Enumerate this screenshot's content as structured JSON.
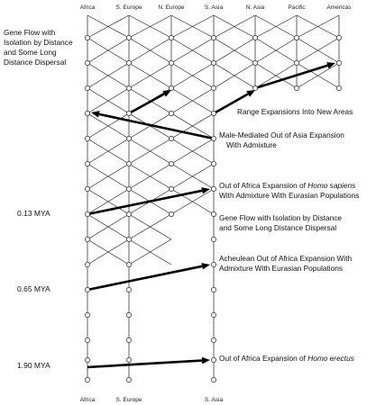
{
  "regions_top": [
    "Africa",
    "S. Europe",
    "N. Europe",
    "S. Asia",
    "N. Asia",
    "Pacific",
    "Americas"
  ],
  "regions_bottom": [
    "Africa",
    "S. Europe",
    "S. Asia"
  ],
  "time_markers": {
    "t1": "0.13 MYA",
    "t2": "0.65 MYA",
    "t3": "1.90 MYA"
  },
  "left_annotation": [
    "Gene Flow with",
    "Isolation by Distance",
    "and Some Long",
    "Distance Dispersal"
  ],
  "annotations": {
    "range_expansions": [
      "Range Expansions Into New Areas"
    ],
    "male_mediated": [
      "Male-Mediated Out of Asia Expansion",
      "With Admixture"
    ],
    "sapiens_prefix": "Out of Africa Expansion of ",
    "sapiens_taxon": "Homo sapiens",
    "sapiens_line2": "With Admixture With Eurasian Populations",
    "gene_flow": [
      "Gene Flow with Isolation by Distance",
      "and Some Long Distance Dispersal"
    ],
    "acheulean": [
      "Acheulean Out of Africa Expansion With",
      "Admixture With Eurasian Populations"
    ],
    "erectus_prefix": "Out of Africa Expansion of ",
    "erectus_taxon": "Homo erectus"
  }
}
